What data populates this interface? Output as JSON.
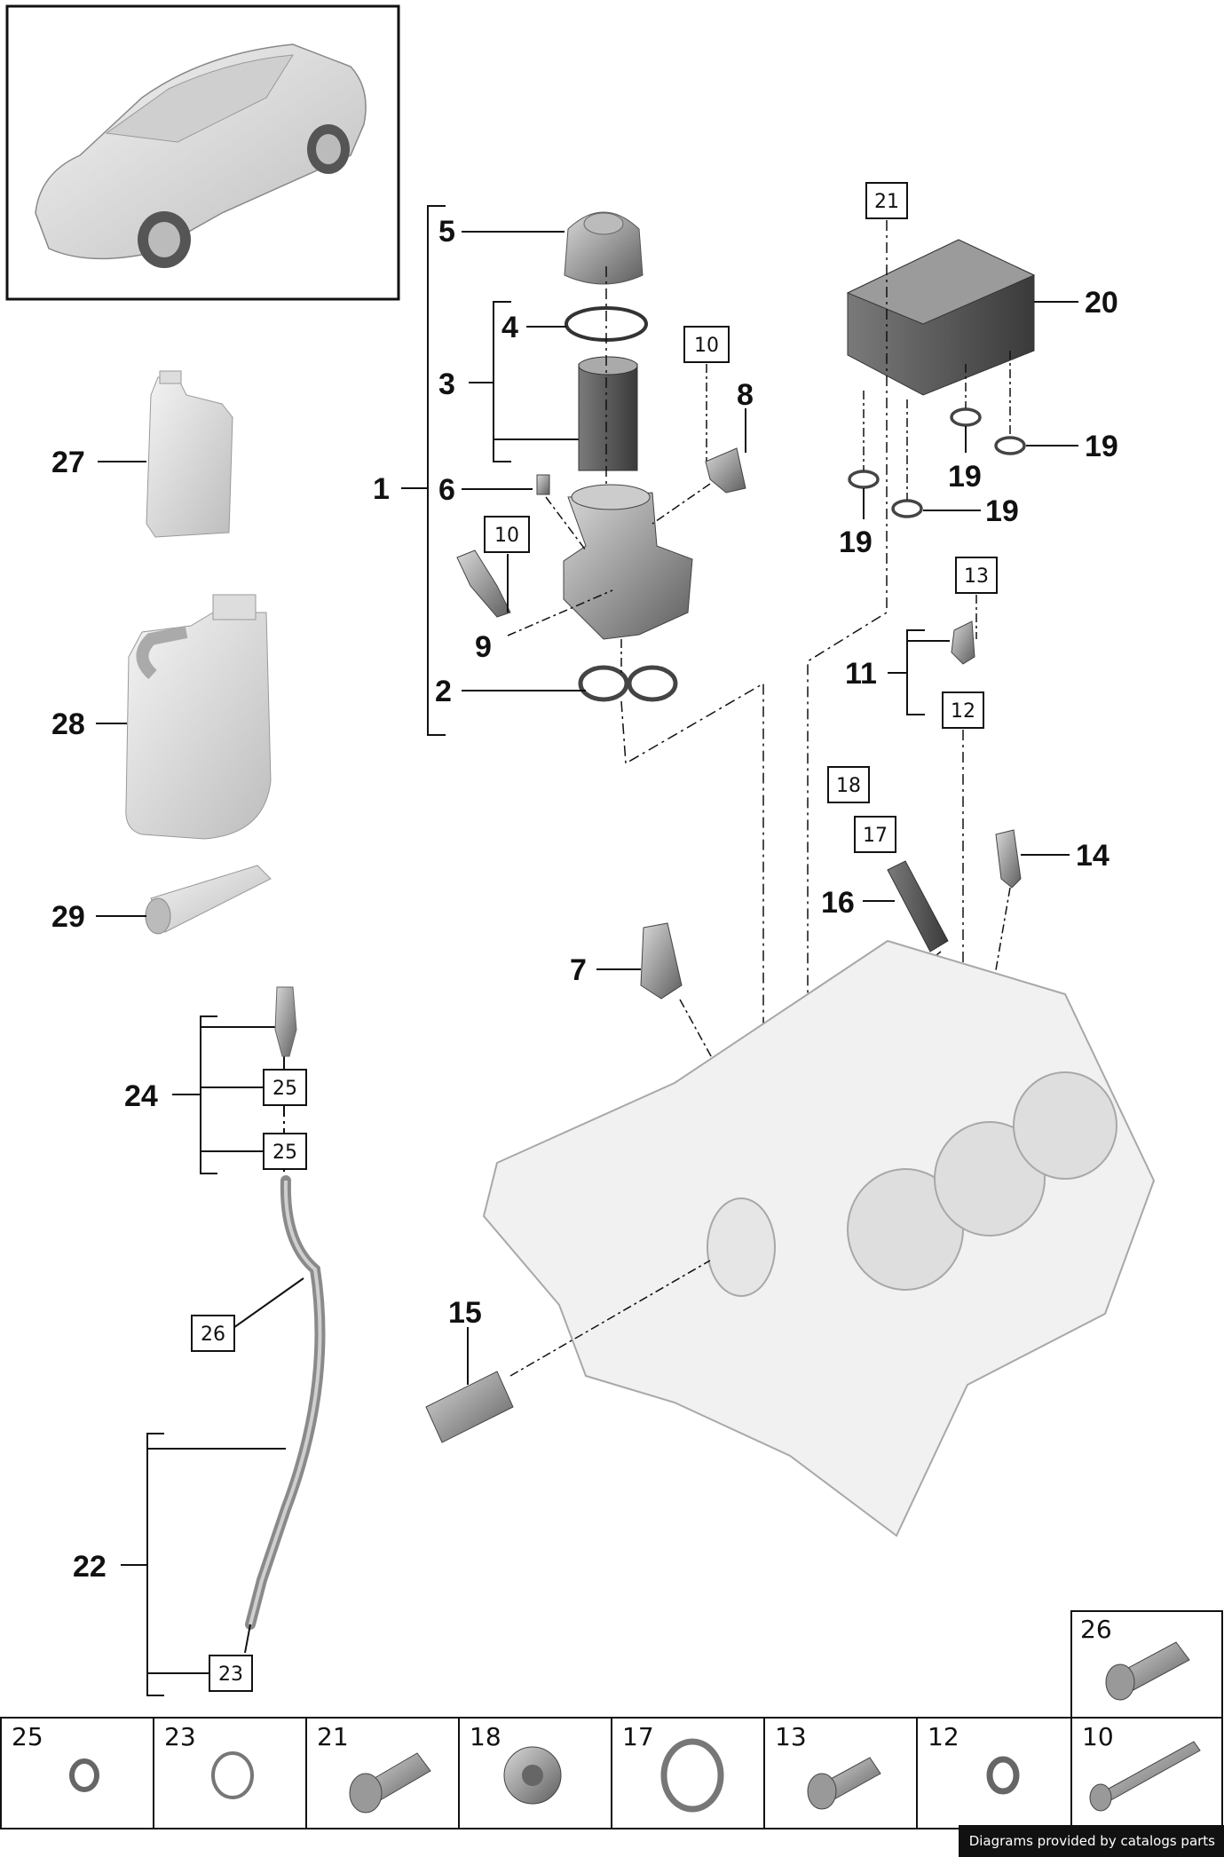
{
  "callouts": {
    "c1": "1",
    "c2": "2",
    "c3": "3",
    "c4": "4",
    "c5": "5",
    "c6": "6",
    "c7": "7",
    "c8": "8",
    "c9": "9",
    "c11": "11",
    "c14": "14",
    "c15": "15",
    "c16": "16",
    "c19a": "19",
    "c19b": "19",
    "c19c": "19",
    "c19d": "19",
    "c20": "20",
    "c22": "22",
    "c24": "24",
    "c27": "27",
    "c28": "28",
    "c29": "29"
  },
  "boxed_refs": {
    "b10a": "10",
    "b10b": "10",
    "b21": "21",
    "b13": "13",
    "b12": "12",
    "b18": "18",
    "b17": "17",
    "b25a": "25",
    "b25b": "25",
    "b26": "26",
    "b23": "23"
  },
  "hardware_table": {
    "top_cell": "26",
    "cells": [
      "25",
      "23",
      "21",
      "18",
      "17",
      "13",
      "12",
      "10"
    ]
  },
  "footer": {
    "credit": "Diagrams provided by catalogs parts"
  },
  "colors": {
    "line": "#111111",
    "part_gray": "#9a9a9a",
    "block_light": "#ececec"
  }
}
